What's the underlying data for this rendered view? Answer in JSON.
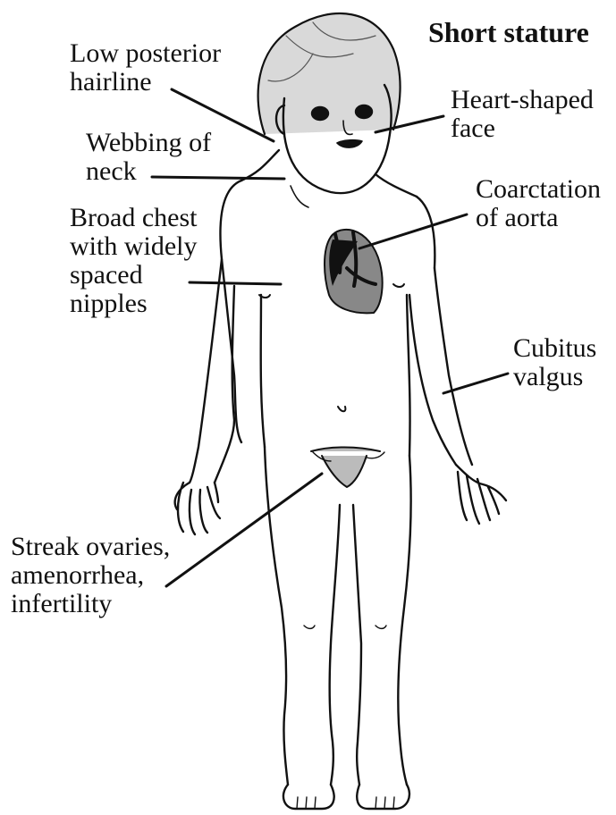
{
  "title": "Short stature",
  "labels": {
    "hairline": [
      "Low posterior",
      "hairline"
    ],
    "face": [
      "Heart-shaped",
      "face"
    ],
    "neck": [
      "Webbing of",
      "neck"
    ],
    "aorta": [
      "Coarctation",
      "of aorta"
    ],
    "chest": [
      "Broad chest",
      "with widely",
      "spaced",
      "nipples"
    ],
    "cubitus": [
      "Cubitus",
      "valgus"
    ],
    "ovaries": [
      "Streak ovaries,",
      "amenorrhea,",
      "infertility"
    ]
  }
}
